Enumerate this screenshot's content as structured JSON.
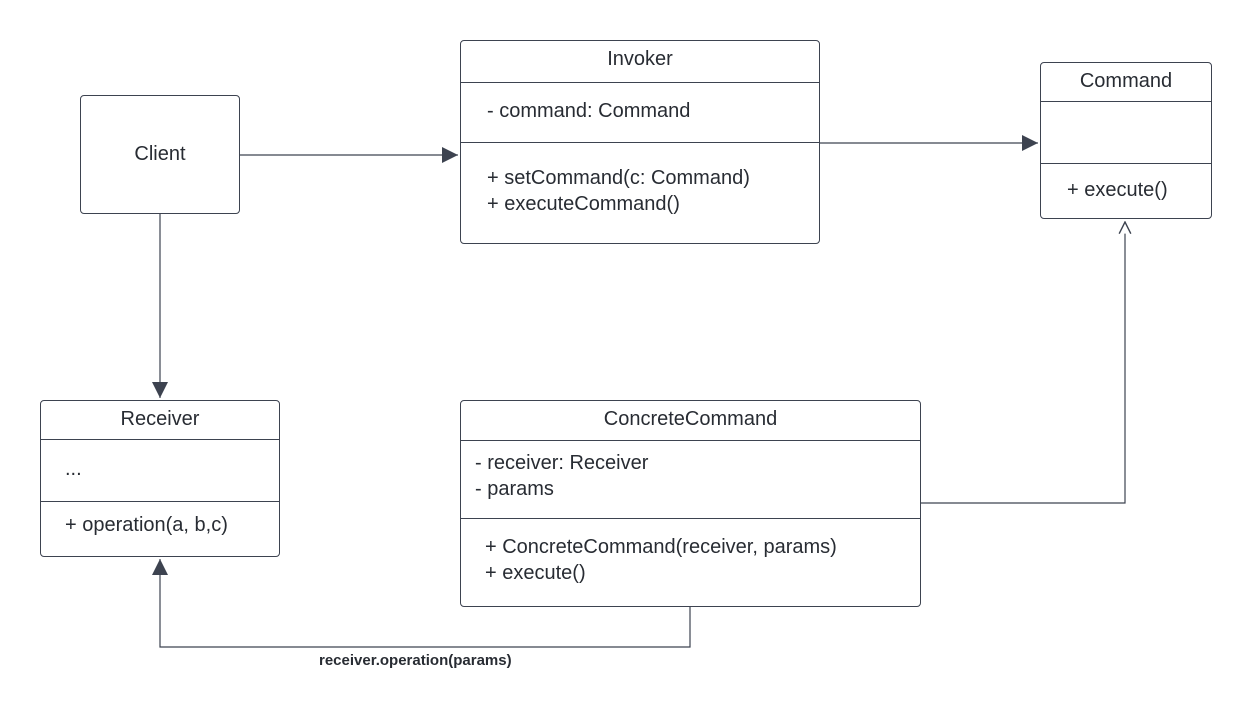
{
  "client": {
    "name": "Client"
  },
  "invoker": {
    "name": "Invoker",
    "attributes": [
      "- command: Command"
    ],
    "methods": [
      "+ setCommand(c: Command)",
      "+ executeCommand()"
    ]
  },
  "command": {
    "name": "Command",
    "attributes": [],
    "methods": [
      "+ execute()"
    ]
  },
  "receiver": {
    "name": "Receiver",
    "attributes": [
      "..."
    ],
    "methods": [
      "+ operation(a, b,c)"
    ]
  },
  "concrete_command": {
    "name": "ConcreteCommand",
    "attributes": [
      "- receiver: Receiver",
      "- params"
    ],
    "methods": [
      "+ ConcreteCommand(receiver, params)",
      "+ execute()"
    ]
  },
  "relations": {
    "receiver_call_label": "receiver.operation(params)"
  }
}
